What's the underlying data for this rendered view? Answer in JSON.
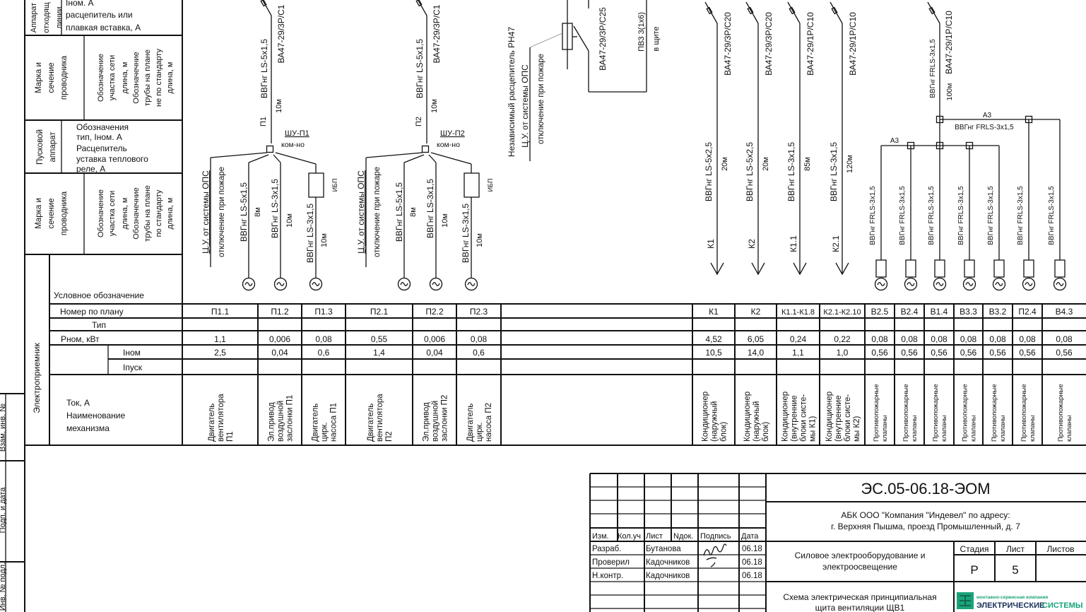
{
  "left_header": {
    "breaker_section": {
      "title": [
        "Аппарат",
        "отходящ",
        "линии"
      ],
      "desc": [
        "Iном. А",
        "расцепитель или",
        "плавкая вставка, А"
      ]
    },
    "cable_section_1": {
      "title": [
        "Марка и",
        "сечение",
        "проводника"
      ],
      "desc": [
        "Обозначение",
        "участка сети",
        "длина, м",
        "Обозначечние",
        "трубы на плане",
        "не по стандарту",
        "длина, м"
      ]
    },
    "starter_section": {
      "title": [
        "Пусковой",
        "аппарат"
      ],
      "desc": [
        "Обозначения",
        "тип, Iном. А",
        "Расцепитель",
        "уставка теплового",
        "реле, А"
      ]
    },
    "cable_section_2": {
      "title": [
        "Марка и",
        "сечение",
        "проводника"
      ],
      "desc": [
        "Обозначение",
        "участка сети",
        "длина, м",
        "Обозначечние",
        "трубы на плане",
        "по стандарту",
        "длина, м"
      ]
    }
  },
  "table": {
    "group_label": "Электроприемник",
    "row_labels": {
      "symbol": "Условное обозначение",
      "plan_no": "Номер по плану",
      "type": "Тип",
      "p_nom": "Рном, кВт",
      "i_nom": "Iном",
      "i_start": "Iпуск",
      "current": "Ток, А",
      "name": [
        "Наименование",
        "механизма"
      ]
    },
    "columns": [
      {
        "plan_no": "П1.1",
        "p_nom": "1,1",
        "i_nom": "2,5",
        "name": [
          "Двигатель",
          "вентилятора",
          "П1"
        ]
      },
      {
        "plan_no": "П1.2",
        "p_nom": "0,006",
        "i_nom": "0,04",
        "name": [
          "Эл.привод",
          "воздушной",
          "заслонки П1"
        ]
      },
      {
        "plan_no": "П1.3",
        "p_nom": "0,08",
        "i_nom": "0,6",
        "name": [
          "Двигатель",
          "цирк.",
          "насоса П1"
        ]
      },
      {
        "plan_no": "П2.1",
        "p_nom": "0,55",
        "i_nom": "1,4",
        "name": [
          "Двигатель",
          "вентилятора",
          "П2"
        ]
      },
      {
        "plan_no": "П2.2",
        "p_nom": "0,006",
        "i_nom": "0,04",
        "name": [
          "Эл.привод",
          "воздушной",
          "заслонки П2"
        ]
      },
      {
        "plan_no": "П2.3",
        "p_nom": "0,08",
        "i_nom": "0,6",
        "name": [
          "Двигатель",
          "цирк.",
          "насоса П2"
        ]
      },
      {
        "plan_no": "К1",
        "p_nom": "4,52",
        "i_nom": "10,5",
        "name": [
          "Кондиционер",
          "(наружный",
          "блок)"
        ]
      },
      {
        "plan_no": "К2",
        "p_nom": "6,05",
        "i_nom": "14,0",
        "name": [
          "Кондиционер",
          "(наружный",
          "блок)"
        ]
      },
      {
        "plan_no": "К1.1-К1.8",
        "p_nom": "0,24",
        "i_nom": "1,1",
        "name": [
          "Кондиционер",
          "(внутренние",
          "блоки систе-",
          "мы К1)"
        ]
      },
      {
        "plan_no": "К2.1-К2.10",
        "p_nom": "0,22",
        "i_nom": "1,0",
        "name": [
          "Кондиционер",
          "(внутренние",
          "блоки систе-",
          "мы К2)"
        ]
      },
      {
        "plan_no": "В2.5",
        "p_nom": "0,08",
        "i_nom": "0,56",
        "name": [
          "Противопожарные",
          "клапаны"
        ]
      },
      {
        "plan_no": "В2.4",
        "p_nom": "0,08",
        "i_nom": "0,56",
        "name": [
          "Противопожарные",
          "клапаны"
        ]
      },
      {
        "plan_no": "В1.4",
        "p_nom": "0,08",
        "i_nom": "0,56",
        "name": [
          "Противопожарные",
          "клапаны"
        ]
      },
      {
        "plan_no": "В3.3",
        "p_nom": "0,08",
        "i_nom": "0,56",
        "name": [
          "Противопожарные",
          "клапаны"
        ]
      },
      {
        "plan_no": "В3.2",
        "p_nom": "0,08",
        "i_nom": "0,56",
        "name": [
          "Противопожарные",
          "клапаны"
        ]
      },
      {
        "plan_no": "П2.4",
        "p_nom": "0,08",
        "i_nom": "0,56",
        "name": [
          "Противопожарные",
          "клапаны"
        ]
      },
      {
        "plan_no": "В4.3",
        "p_nom": "0,08",
        "i_nom": "0,56",
        "name": [
          "Противопожарные",
          "клапаны"
        ]
      }
    ]
  },
  "schematic": {
    "supply_groups": [
      {
        "feeder": "П1",
        "cable": "ВВГнг LS-5х1,5",
        "length": "10м",
        "breaker": "ВА47-29/3Р/С1",
        "box": "ШУ-П1",
        "box_type": "ком-но",
        "control": "Ц.У. от системы ОПС",
        "control_note": "отключение при пожаре",
        "ups": "ИБП",
        "branches": [
          {
            "cable": "ВВГнг LS-5х1,5",
            "length": "8м"
          },
          {
            "cable": "ВВГнг LS-3х1,5",
            "length": "10м"
          },
          {
            "cable": "ВВГнг LS-3х1,5",
            "length": "10м"
          }
        ]
      },
      {
        "feeder": "П2",
        "cable": "ВВГнг LS-5х1,5",
        "length": "10м",
        "breaker": "ВА47-29/3Р/С1",
        "box": "ШУ-П2",
        "box_type": "ком-но",
        "control": "Ц.У. от системы ОПС",
        "control_note": "отключение при пожаре",
        "ups": "ИБП",
        "branches": [
          {
            "cable": "ВВГнг LS-5х1,5",
            "length": "8м"
          },
          {
            "cable": "ВВГнг LS-3х1,5",
            "length": "10м"
          },
          {
            "cable": "ВВГнг LS-3х1,5",
            "length": "10м"
          }
        ]
      }
    ],
    "release": {
      "title": "Независимый расцепитель РН47",
      "control": "Ц.У. от системы ОПС",
      "note": "отключение при пожаре",
      "breaker": "ВА47-29/3Р/С25",
      "pe": "ПВЗ 3(1х6)",
      "pe_note": "в щите"
    },
    "ac_feeders": [
      {
        "feeder": "К1",
        "cable": "ВВГнг LS-5х2,5",
        "length": "20м",
        "breaker": "ВА47-29/3Р/С20"
      },
      {
        "feeder": "К2",
        "cable": "ВВГнг LS-5х2,5",
        "length": "20м",
        "breaker": "ВА47-29/3Р/С20"
      },
      {
        "feeder": "К1.1",
        "cable": "ВВГнг LS-3х1,5",
        "length": "85м",
        "breaker": "ВА47-29/1Р/С10"
      },
      {
        "feeder": "К2.1",
        "cable": "ВВГнг LS-3х1,5",
        "length": "120м",
        "breaker": "ВА47-29/1Р/С10"
      }
    ],
    "valves": {
      "cable": "ВВГнг FRLS-3х1,5",
      "length": "100м",
      "breaker": "ВА47-29/1Р/С10",
      "bus_label_1": "А3",
      "bus_cable": "ВВГнг FRLS-3х1,5",
      "bus_label_2": "А3",
      "branch_cables": [
        "ВВГнг FRLS-3х1,5",
        "ВВГнг FRLS-3х1,5",
        "ВВГнг FRLS-3х1,5",
        "ВВГнг FRLS-3х1,5",
        "ВВГнг FRLS-3х1,5",
        "ВВГнг FRLS-3х1,5",
        "ВВГнг FRLS-3х1,5"
      ]
    }
  },
  "side_stamp": [
    "Взам. инв. №",
    "Подп. и дата",
    "Инв. № подл."
  ],
  "title_block": {
    "doc_code": "ЭС.05-06.18-ЭОМ",
    "object": [
      "АБК ООО \"Компания \"Индевел\" по адресу:",
      "г. Верхняя Пышма, проезд Промышленный, д. 7"
    ],
    "rev_headers": [
      "Изм.",
      "Кол.уч",
      "Лист",
      "Nдок.",
      "Подпись",
      "Дата"
    ],
    "signatures": [
      {
        "role": "Разраб.",
        "name": "Бутанова",
        "date": "06.18"
      },
      {
        "role": "Проверил",
        "name": "Кадочников",
        "date": "06.18"
      },
      {
        "role": "Н.контр.",
        "name": "Кадочников",
        "date": "06.18"
      }
    ],
    "section": [
      "Силовое электрооборудование и",
      "электроосвещение"
    ],
    "stage_label": "Стадия",
    "sheet_label": "Лист",
    "sheets_label": "Листов",
    "stage": "Р",
    "sheet": "5",
    "drawing_title": [
      "Схема электрическая принципиальная",
      "щита вентиляции ЩВ1"
    ],
    "logo": {
      "tagline": "монтажно-сервисная компания",
      "name_1": "ЭЛЕКТРИЧЕСКИЕ",
      "name_2": "СИСТЕМЫ",
      "color_dark": "#1a2f5a",
      "color_green": "#1aa37a"
    }
  }
}
